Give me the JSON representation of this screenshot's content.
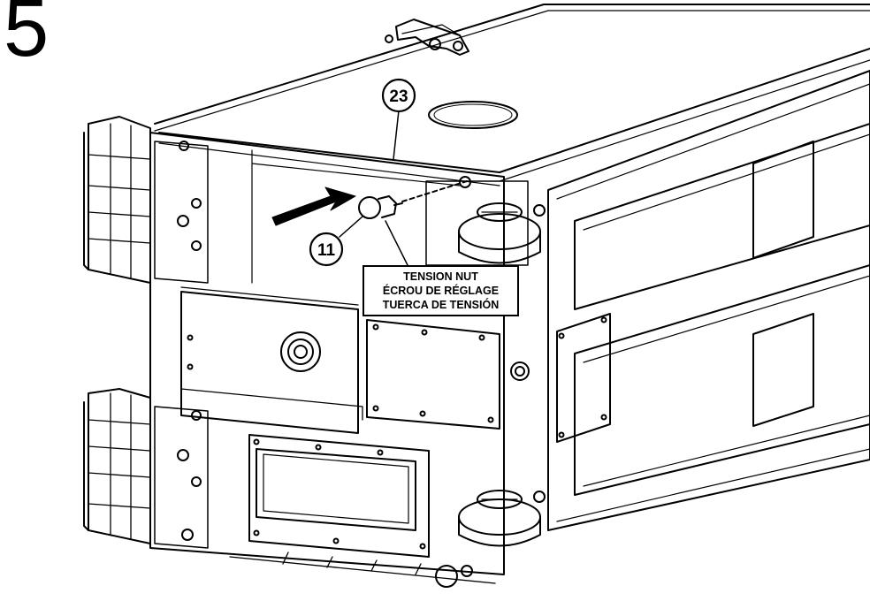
{
  "step": {
    "number": "5"
  },
  "callouts": [
    {
      "id": "23",
      "label": "23"
    },
    {
      "id": "11",
      "label": "11"
    }
  ],
  "tension_label": {
    "lines": [
      "TENSION NUT",
      "ÉCROU DE RÉGLAGE",
      "TUERCA DE TENSIÓN"
    ]
  },
  "colors": {
    "line": "#000000",
    "background": "#ffffff"
  }
}
